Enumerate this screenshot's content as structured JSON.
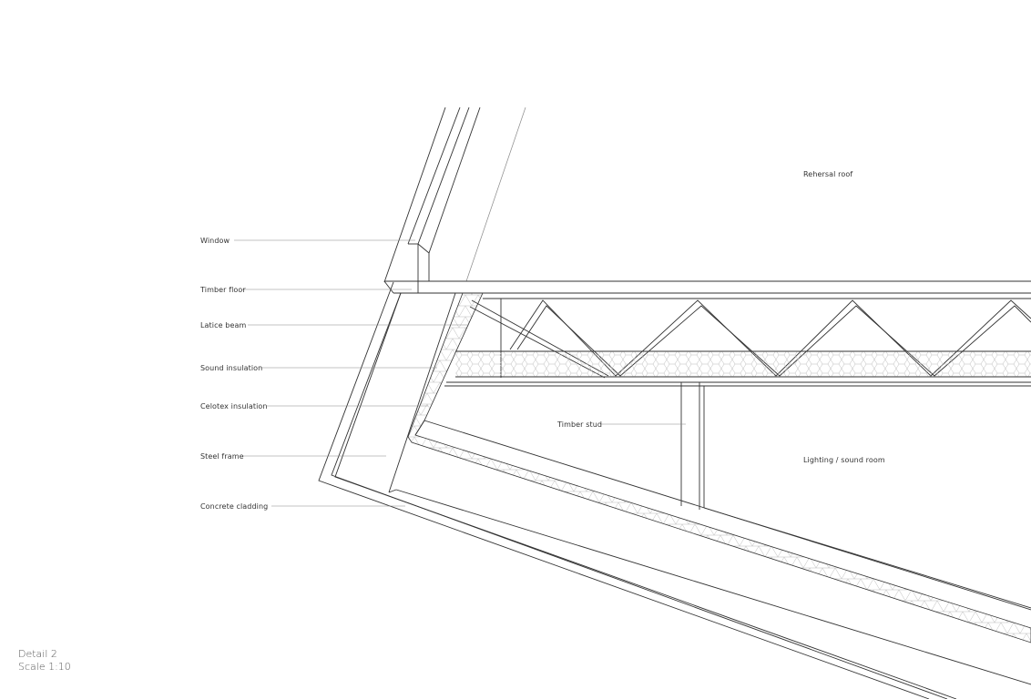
{
  "labels": {
    "window": "Window",
    "timber_floor": "Timber floor",
    "latice_beam": "Latice beam",
    "sound_insulation": "Sound insulation",
    "celotex_insulation": "Celotex insulation",
    "steel_frame": "Steel frame",
    "concrete_cladding": "Concrete cladding",
    "timber_stud": "Timber stud",
    "rehearsal_roof": "Rehersal roof",
    "lighting_room": "Lighting / sound room"
  },
  "caption": {
    "detail": "Detail 2",
    "scale": "Scale 1:10"
  }
}
